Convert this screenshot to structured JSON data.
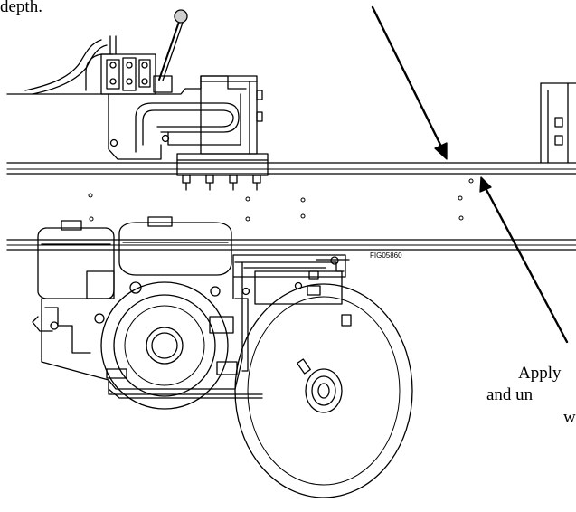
{
  "figure": {
    "figure_id": "FIG05860",
    "callouts": {
      "top_fragment": "depth.",
      "bottom_line1": "Apply",
      "bottom_line2": "and un",
      "bottom_line3": "w"
    },
    "colors": {
      "line": "#000000",
      "background": "#ffffff"
    }
  }
}
